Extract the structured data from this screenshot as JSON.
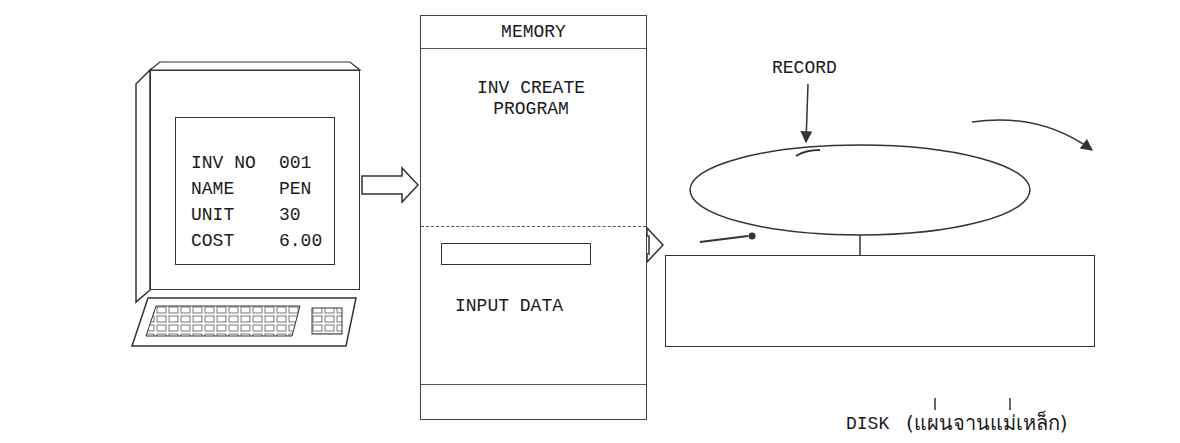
{
  "diagram": {
    "nodes": [
      {
        "text": [
          "INV NO",
          "001",
          "NAME",
          "PEN",
          "UNIT",
          "30",
          "COST",
          "6.00"
        ]
      },
      {
        "text": [
          "MEMORY",
          "INV CREATE PROGRAM",
          "INPUT DATA"
        ]
      },
      {
        "text": [
          "DISK",
          "(แผนจานแม่เหล็ก)"
        ]
      }
    ],
    "edges": [
      {
        "from": 0,
        "to": 1,
        "arrow": "to"
      },
      {
        "from": 1,
        "to": 2,
        "arrow": "to"
      }
    ],
    "labels": [
      "RECORD"
    ]
  }
}
